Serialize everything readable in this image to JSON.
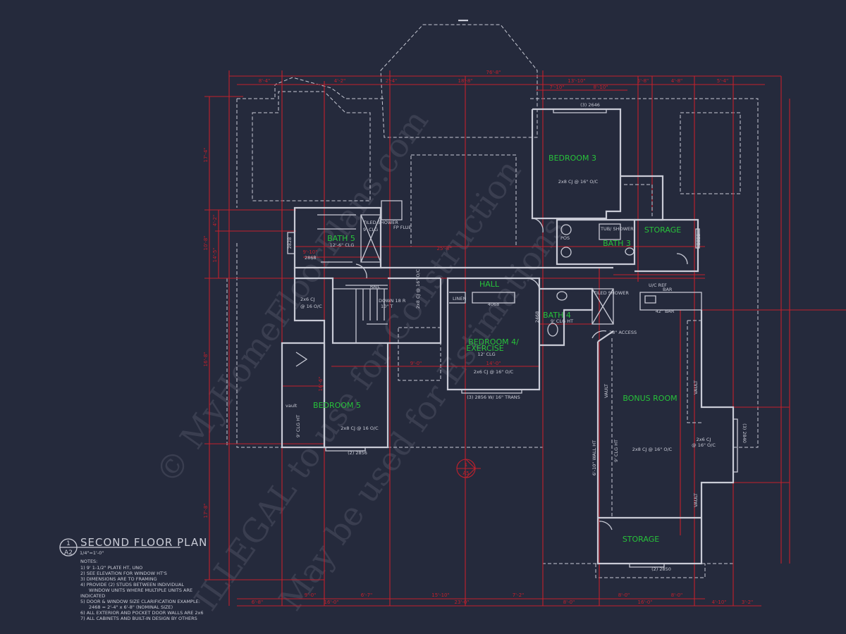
{
  "title_block": {
    "detail_number": "1",
    "sheet": "A2",
    "title": "SECOND FLOOR PLAN",
    "scale": "1/4\"=1'-0\"",
    "notes_heading": "NOTES:",
    "notes": [
      "1) 9' 1-1/2\" PLATE HT, UNO",
      "2) SEE ELEVATION FOR WINDOW HT'S",
      "3) DIMENSIONS ARE TO FRAMING",
      "4) PROVIDE (2) STUDS BETWEEN INDIVIDUAL",
      "    WINDOW UNITS WHERE MULTIPLE UNITS ARE",
      "INDICATED",
      "5) DOOR & WINDOW SIZE CLARIFICATION EXAMPLE:",
      "    2468 = 2'-4\" x 6'-8\" (NOMINAL SIZE)",
      "6) ALL EXTERIOR AND POCKET DOOR WALLS ARE 2x6",
      "7) ALL CABINETS AND BUILT-IN DESIGN BY OTHERS"
    ]
  },
  "rooms": {
    "bedroom3": "BEDROOM 3",
    "bath5": "BATH 5",
    "bath3": "BATH 3",
    "storage_upper": "STORAGE",
    "hall": "HALL",
    "bath4": "BATH 4",
    "bedroom4_l1": "BEDROOM 4/",
    "bedroom4_l2": "EXERCISE",
    "bedroom5": "BEDROOM 5",
    "bonus": "BONUS ROOM",
    "storage_lower": "STORAGE"
  },
  "annotations": {
    "win_2646": "(3) 2646",
    "cj_bed3": "2x8 CJ @ 16\" O/C",
    "bath5_clg": "12'-6\" CLG",
    "tiled_shower": "TILED SHOWER",
    "shower_clg": "9' CLG",
    "fp_flue": "FP FLUE",
    "door_2868": "2868",
    "door_2828a": "2828",
    "door_2828b": "2828",
    "cj_hall": "2x8 CJ @ 16\" O/C",
    "cj_left": "2x6 CJ",
    "cj_left2": "@ 16 O/C",
    "rail": "RAIL",
    "down": "DOWN 18 R",
    "down2": "10\" T",
    "linen": "LINEN",
    "closet_4068": "4068",
    "door_2468": "2468",
    "bath4_clg": "9' CLG HT",
    "tiled_shower2": "TILED SHOWER",
    "access": "28\" ACCESS",
    "bed4_clg": "12' CLG",
    "cj_bed4": "2x6 CJ @ 16\" O/C",
    "win_bed4": "(3) 2856 W/ 16\" TRANS",
    "tub": "TUB/ SHOWER",
    "pos": "POS",
    "uc_ref": "U/C REF",
    "bar": "BAR",
    "bar42": "42\" BAR",
    "vault": "VAULT",
    "vault_lower": "vault",
    "clg_9": "9' CLG HT",
    "wall_ht": "6'-10\" WALL HT",
    "cj_bonus": "2x8 CJ @ 16\" O/C",
    "cj_bay": "2x6 CJ",
    "cj_bay2": "@ 16\" O/C",
    "win_2840": "(3) 2840",
    "cj_bed5": "2x8 CJ @ 16 O/C",
    "win_bed5": "(2) 2856",
    "win_storage": "(2) 2850",
    "section_top": "1",
    "section_sheet": "A5"
  },
  "dimensions": {
    "top_overall": "76'-8\"",
    "top": [
      "8'-4\"",
      "4'-2\"",
      "2'-4\"",
      "18'-8\"",
      "13'-10\"",
      "5'-8\"",
      "4'-8\"",
      "5'-4\""
    ],
    "top2": [
      "7'-10\"",
      "8'-10\""
    ],
    "left": [
      "17'-4\"",
      "10'-8\"",
      "16'-8\"",
      "17'-8\""
    ],
    "left2": [
      "4'-2\"",
      "14'-5\""
    ],
    "bottom": [
      "6'-8\"",
      "16'-0\"",
      "23'-0\"",
      "8'-0\"",
      "16'-0\"",
      "4'-10\"",
      "3'-2\""
    ],
    "bottom2": [
      "9'-0\"",
      "6'-7\"",
      "15'-10\"",
      "7'-2\"",
      "8'-0\"",
      "8'-0\""
    ],
    "interior": [
      "9'-10\"",
      "25'-8\"",
      "14'-0\"",
      "16'-6\"",
      "9'-0\""
    ]
  },
  "watermark": [
    "© MyHomeFloorPlans.com",
    "ILLEGAL to use for Construction",
    "May be used for Estimations"
  ],
  "colors": {
    "background": "#252a3c",
    "walls": "#c9cbd6",
    "dimensions": "#c3202c",
    "room_labels": "#27c23a"
  }
}
